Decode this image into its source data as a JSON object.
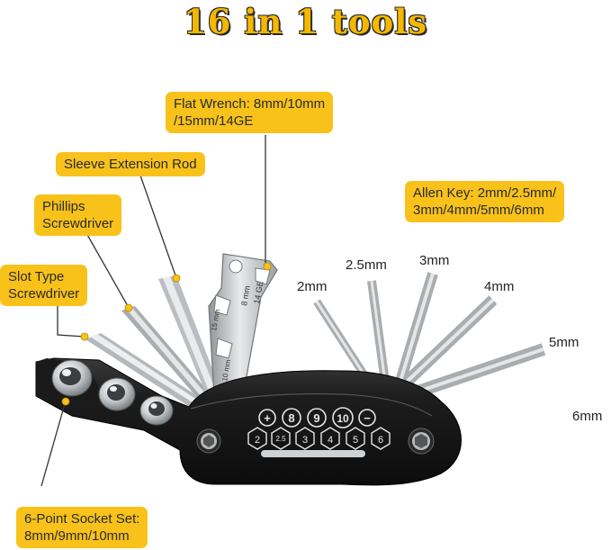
{
  "title": "16 in 1 tools",
  "callouts": {
    "flat_wrench": [
      "Flat Wrench: 8mm/10mm",
      "/15mm/14GE"
    ],
    "sleeve_rod": "Sleeve Extension Rod",
    "phillips": [
      "Phillips",
      "Screwdriver"
    ],
    "slot": [
      "Slot Type",
      "Screwdriver"
    ],
    "allen_key": [
      "Allen Key: 2mm/2.5mm/",
      "3mm/4mm/5mm/6mm"
    ],
    "socket_set": [
      "6-Point Socket Set:",
      "8mm/9mm/10mm"
    ]
  },
  "hex_sizes": [
    "2mm",
    "2.5mm",
    "3mm",
    "4mm",
    "5mm",
    "6mm"
  ],
  "wrench_marks": [
    "8 mm",
    "14 GE",
    "15 mm",
    "10 mm"
  ],
  "body_icons": {
    "row1": [
      "+",
      "8",
      "9",
      "10",
      "−"
    ],
    "row2": [
      "2",
      "2.5",
      "3",
      "4",
      "5",
      "6"
    ]
  },
  "colors": {
    "accent": "#f8c21a",
    "title": "#f5b800",
    "body": "#1c1c1c",
    "steel": "#bfc3c6"
  }
}
